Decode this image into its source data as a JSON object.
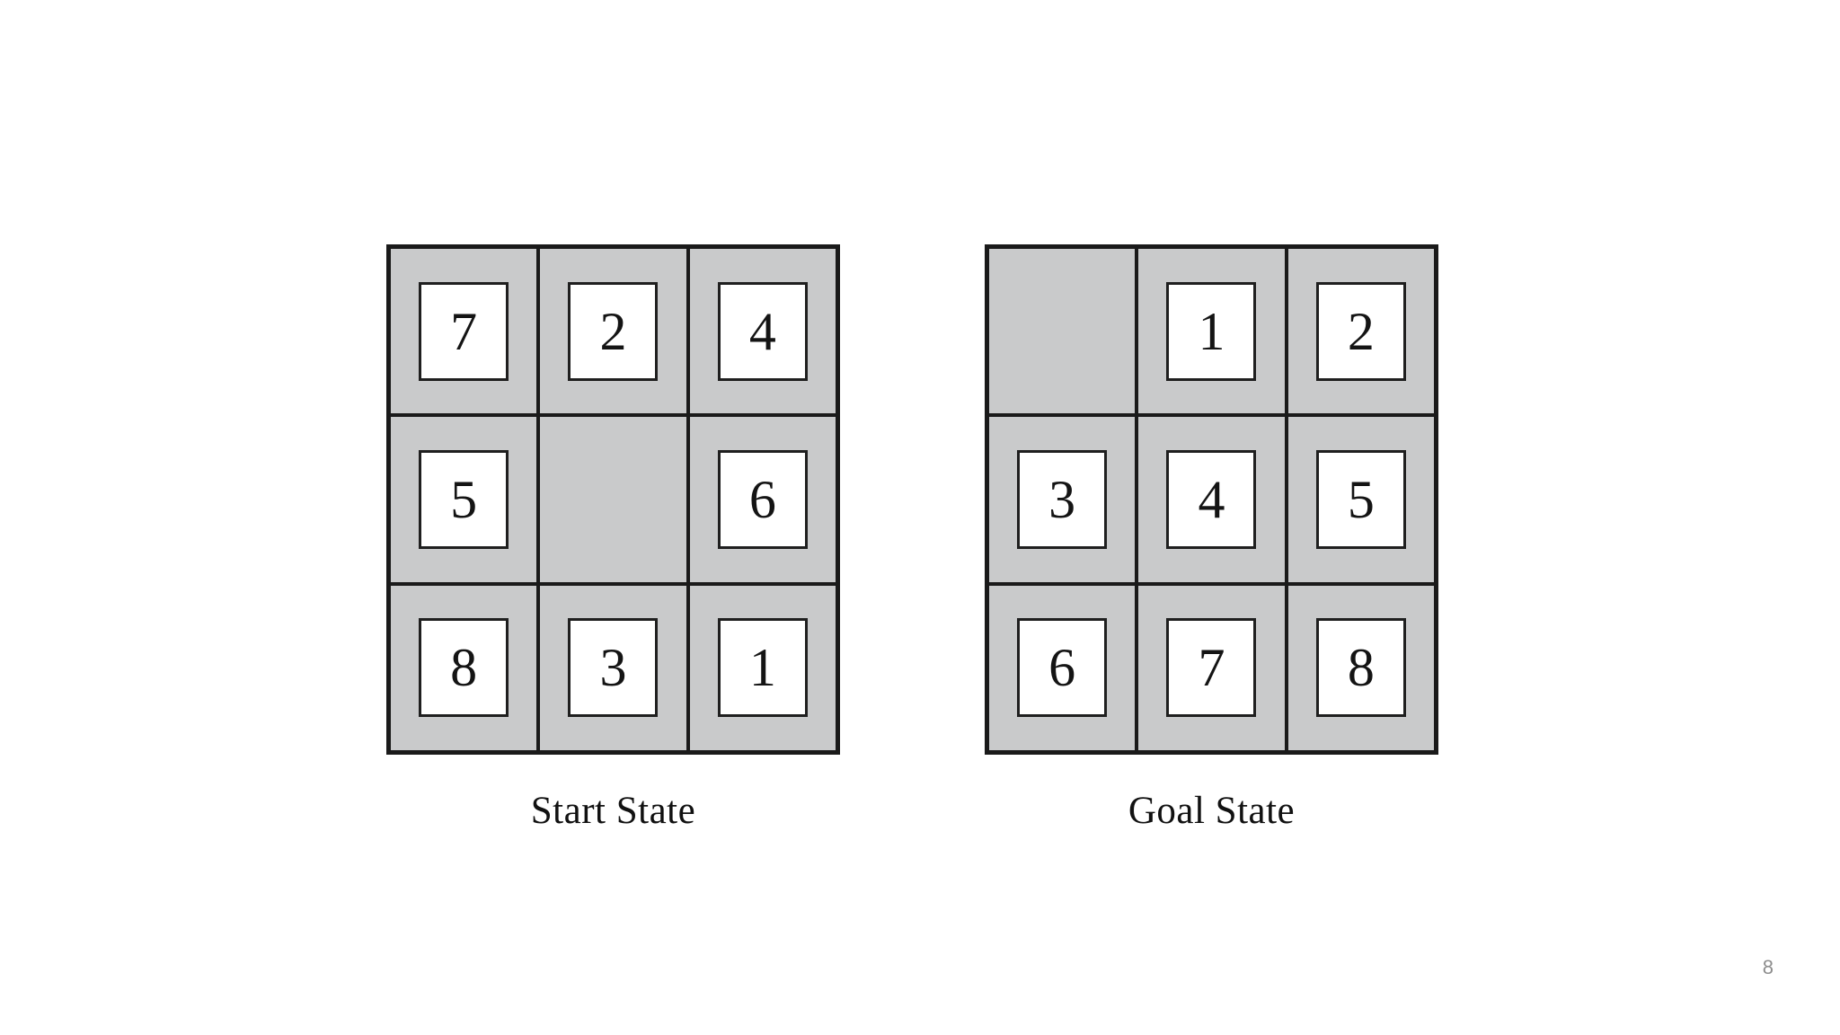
{
  "slide": {
    "background_color": "#ffffff",
    "page_number": "8"
  },
  "colors": {
    "cell_gray": "#c9cacb",
    "border_black": "#1a1a1a",
    "tile_white": "#ffffff",
    "digit_black": "#141414",
    "page_number_gray": "#8d8d8d"
  },
  "puzzles": [
    {
      "id": "start-state",
      "caption": "Start State",
      "rows": [
        [
          "7",
          "2",
          "4"
        ],
        [
          "5",
          "",
          "6"
        ],
        [
          "8",
          "3",
          "1"
        ]
      ],
      "blank_cell": {
        "row": 1,
        "col": 1
      }
    },
    {
      "id": "goal-state",
      "caption": "Goal State",
      "rows": [
        [
          "",
          "1",
          "2"
        ],
        [
          "3",
          "4",
          "5"
        ],
        [
          "6",
          "7",
          "8"
        ]
      ],
      "blank_cell": {
        "row": 0,
        "col": 0
      }
    }
  ]
}
